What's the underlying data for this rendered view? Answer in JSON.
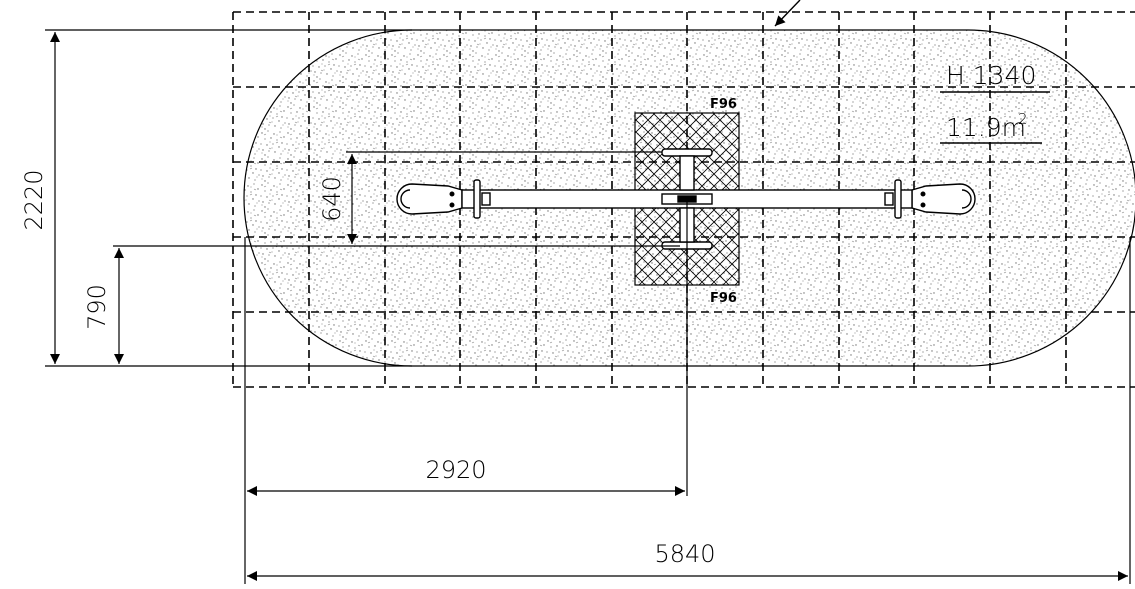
{
  "drawing": {
    "height_label": "H 1340",
    "area_label": "11.9m",
    "area_superscript": "2",
    "anchor_label_top": "F96",
    "anchor_label_bottom": "F96",
    "dimensions": {
      "total_width": "5840",
      "half_width": "2920",
      "total_depth": "2220",
      "offset_depth": "790",
      "seat_spacing": "640"
    },
    "colors": {
      "line": "#000000",
      "background": "#ffffff",
      "surface_speckle": "#707070"
    }
  }
}
